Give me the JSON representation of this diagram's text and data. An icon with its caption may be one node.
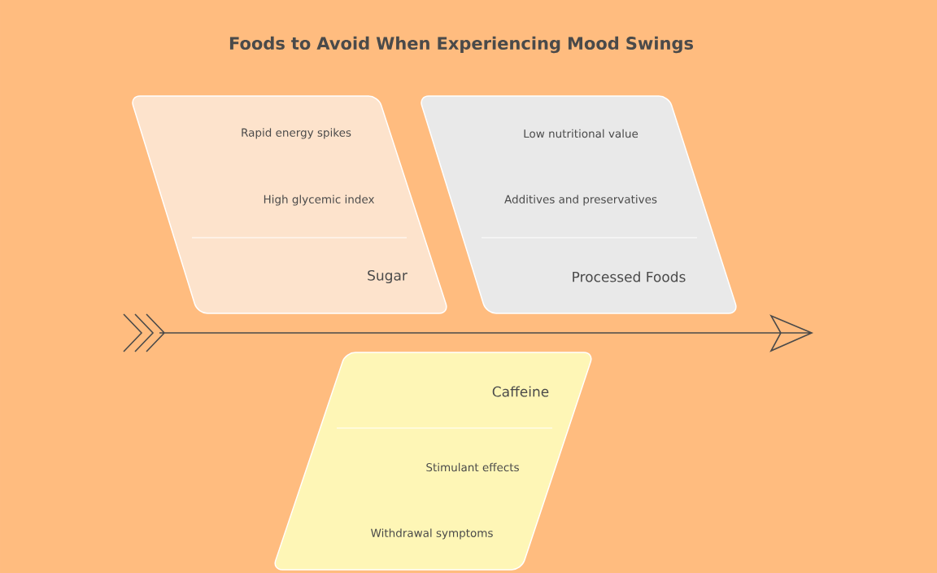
{
  "diagram": {
    "title": "Foods to Avoid When Experiencing Mood Swings",
    "nodes": [
      {
        "text": [
          "Rapid energy spikes",
          "High glycemic index",
          "Sugar"
        ]
      },
      {
        "text": [
          "Low nutritional value",
          "Additives and preservatives",
          "Processed Foods"
        ]
      },
      {
        "text": [
          "Caffeine",
          "Stimulant effects",
          "Withdrawal symptoms"
        ]
      }
    ]
  }
}
